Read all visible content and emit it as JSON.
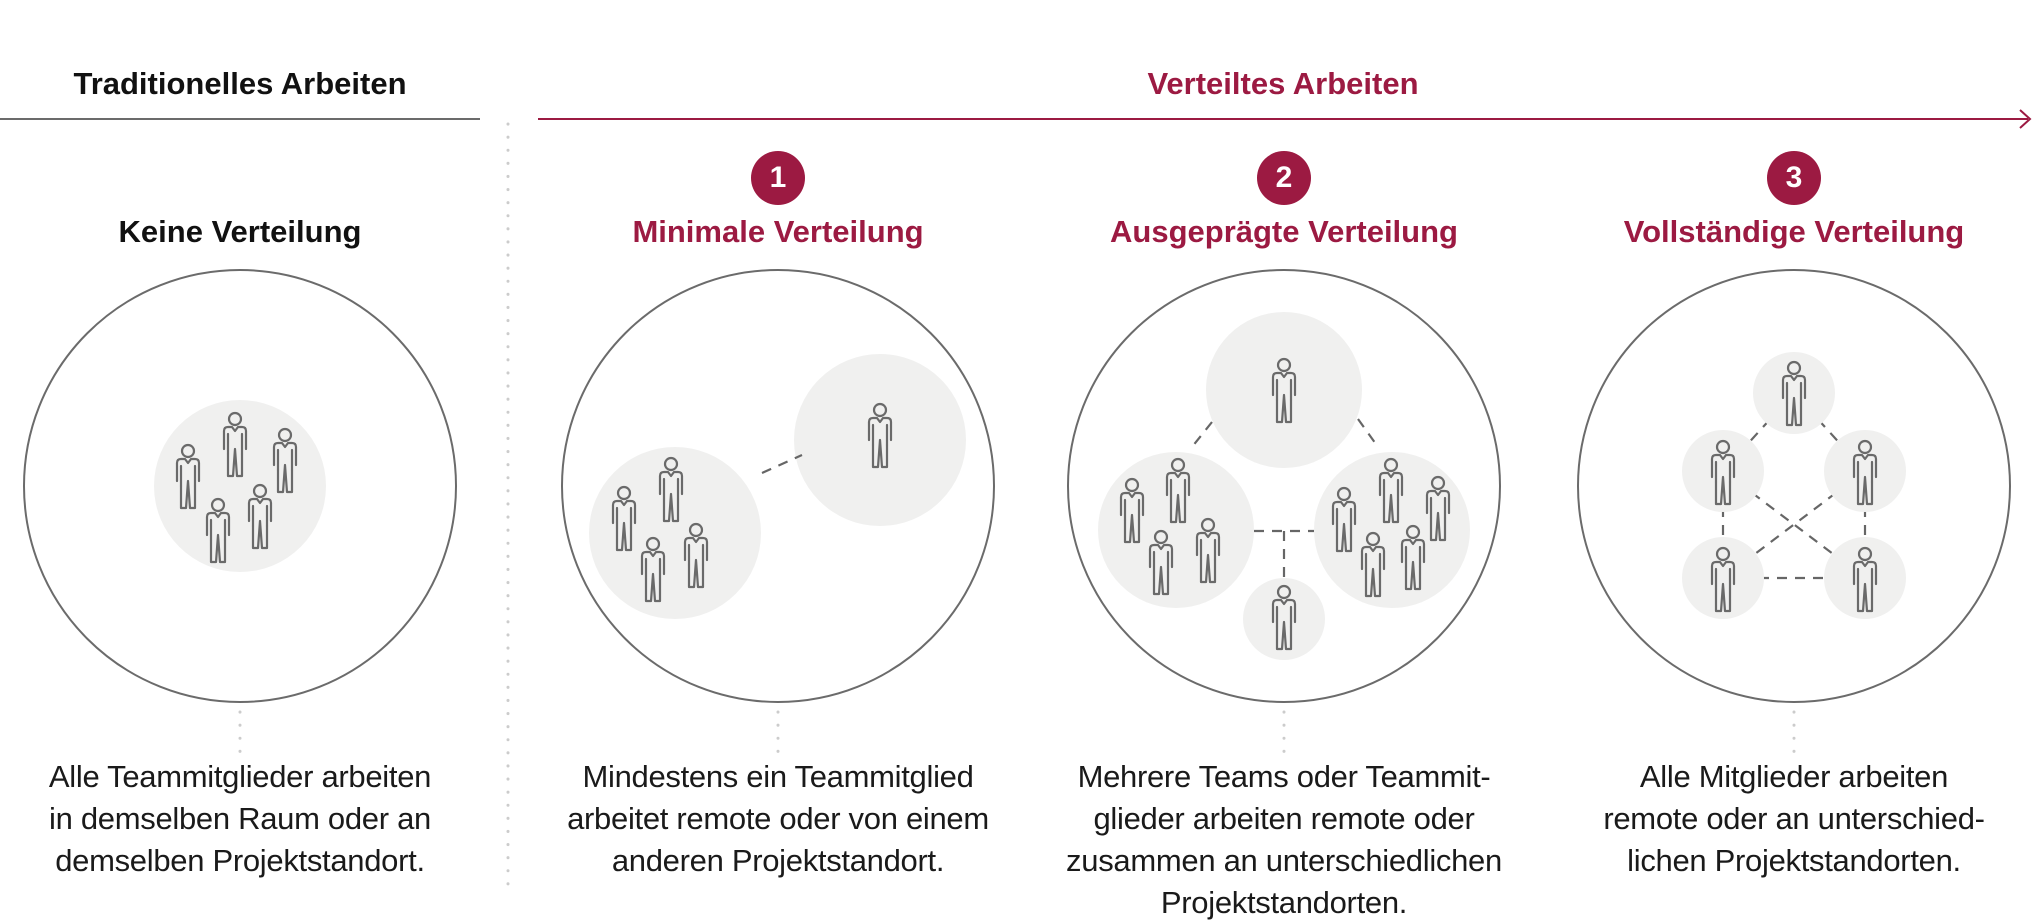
{
  "colors": {
    "accent": "#9c1a42",
    "text_dark": "#111111",
    "circle_outline": "#6b6b6b",
    "cluster_fill": "#f0f0ef",
    "icon_stroke": "#6a6a6a",
    "divider_dots": "#c8c8c8"
  },
  "header": {
    "traditional": "Traditionelles Arbeiten",
    "distributed": "Verteiltes Arbeiten"
  },
  "columns": [
    {
      "badge": "",
      "title": "Keine Verteilung",
      "description": [
        "Alle Teammitglieder arbeiten",
        "in demselben Raum oder an",
        "demselben Projektstandort."
      ],
      "icon": "single-cluster-of-people-icon"
    },
    {
      "badge": "1",
      "title": "Minimale Verteilung",
      "description": [
        "Mindestens ein Teammitglied",
        "arbeitet remote oder von einem",
        "anderen Projektstandort."
      ],
      "icon": "cluster-plus-remote-person-icon"
    },
    {
      "badge": "2",
      "title": "Ausgeprägte Verteilung",
      "description": [
        "Mehrere Teams oder Teammit-",
        "glieder arbeiten remote oder",
        "zusammen an unterschiedlichen",
        "Projektstandorten."
      ],
      "icon": "multiple-teams-network-icon"
    },
    {
      "badge": "3",
      "title": "Vollständige Verteilung",
      "description": [
        "Alle Mitglieder arbeiten",
        "remote oder an unterschied-",
        "lichen Projektstandorten."
      ],
      "icon": "fully-distributed-network-icon"
    }
  ]
}
